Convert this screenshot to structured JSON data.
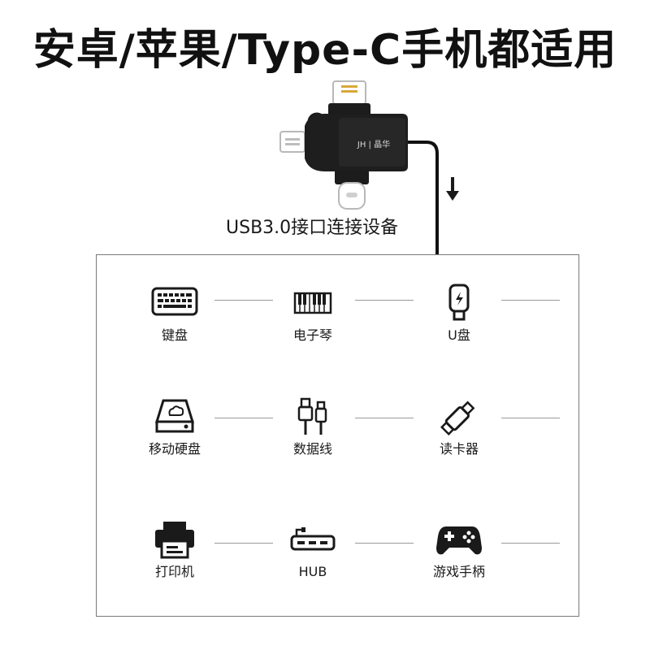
{
  "header": {
    "title": "安卓/苹果/Type-C手机都适用"
  },
  "product": {
    "brand_text": "JH | 晶华"
  },
  "connect_label": "USB3.0接口连接设备",
  "devices": [
    {
      "label": "键盘",
      "icon": "keyboard-icon"
    },
    {
      "label": "电子琴",
      "icon": "piano-icon"
    },
    {
      "label": "U盘",
      "icon": "usb-drive-icon"
    },
    {
      "label": "移动硬盘",
      "icon": "hard-drive-icon"
    },
    {
      "label": "数据线",
      "icon": "cable-icon"
    },
    {
      "label": "读卡器",
      "icon": "card-reader-icon"
    },
    {
      "label": "打印机",
      "icon": "printer-icon"
    },
    {
      "label": "HUB",
      "icon": "hub-icon"
    },
    {
      "label": "游戏手柄",
      "icon": "gamepad-icon"
    }
  ]
}
